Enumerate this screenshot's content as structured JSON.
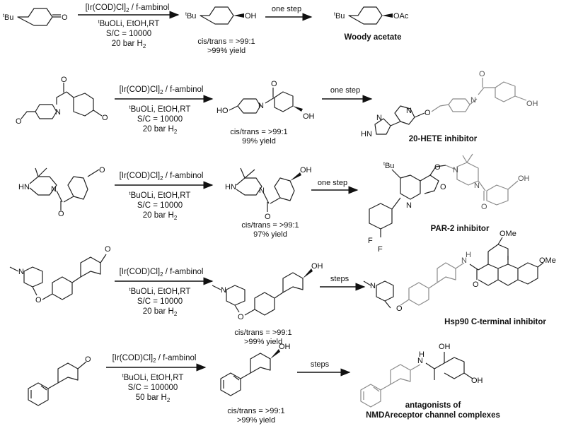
{
  "reagents": {
    "catalyst": "[Ir(COD)Cl]",
    "catalyst_sub": "2",
    "ligand": " / f-ambinol",
    "base_prefix": "t",
    "base": "BuOLi, EtOH,RT",
    "pressure_prefix": "20 bar H",
    "pressure_prefix_high": "50 bar H",
    "h2_sub": "2"
  },
  "rows": [
    {
      "sc": "S/C = 10000",
      "selectivity": "cis/trans = >99:1",
      "yield": ">99% yield",
      "step": "one step",
      "product": "Woody acetate"
    },
    {
      "sc": "S/C = 10000",
      "selectivity": "cis/trans = >99:1",
      "yield": "99% yield",
      "step": "one step",
      "product": "20-HETE inhibitor"
    },
    {
      "sc": "S/C = 10000",
      "selectivity": "cis/trans = >99:1",
      "yield": "97% yield",
      "step": "one step",
      "product": "PAR-2  inhibitor"
    },
    {
      "sc": "S/C = 10000",
      "selectivity": "cis/trans = >99:1",
      "yield": ">99% yield",
      "step": "steps",
      "product": "Hsp90 C-terminal inhibitor"
    },
    {
      "sc": "S/C = 100000",
      "selectivity": "cis/trans = >99:1",
      "yield": ">99% yield",
      "step": "steps",
      "product_line1": "antagonists of",
      "product_line2": "NMDAreceptor channel complexes"
    }
  ],
  "atoms": {
    "tbu_prefix": "t",
    "tbu": "Bu",
    "o": "O",
    "oh": "OH",
    "oac": "OAc",
    "n": "N",
    "hn": "HN",
    "nh": "NH",
    "h": "H",
    "f": "F",
    "ome": "OMe",
    "ho": "HO"
  }
}
